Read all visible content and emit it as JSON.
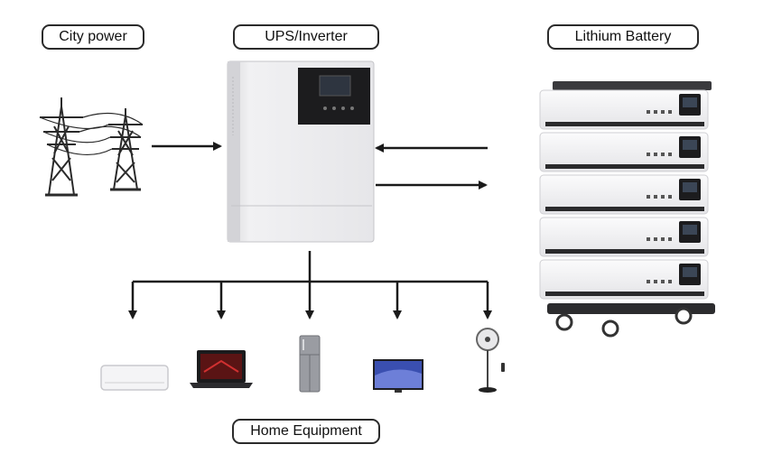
{
  "labels": {
    "city_power": "City power",
    "ups_inverter": "UPS/Inverter",
    "lithium_battery": "Lithium Battery",
    "home_equipment": "Home Equipment"
  },
  "icons": {
    "grid": "transmission-tower-icon",
    "inverter": "inverter-unit-icon",
    "battery": "battery-stack-icon",
    "devices": [
      "air-conditioner-icon",
      "laptop-icon",
      "refrigerator-icon",
      "television-icon",
      "standing-fan-icon"
    ]
  },
  "colors": {
    "stroke": "#1a1a1a",
    "inverter_body": "#e9e9eb",
    "panel": "#1c1c1e",
    "battery_body": "#f2f2f3",
    "battery_trim": "#2a2a2c"
  }
}
